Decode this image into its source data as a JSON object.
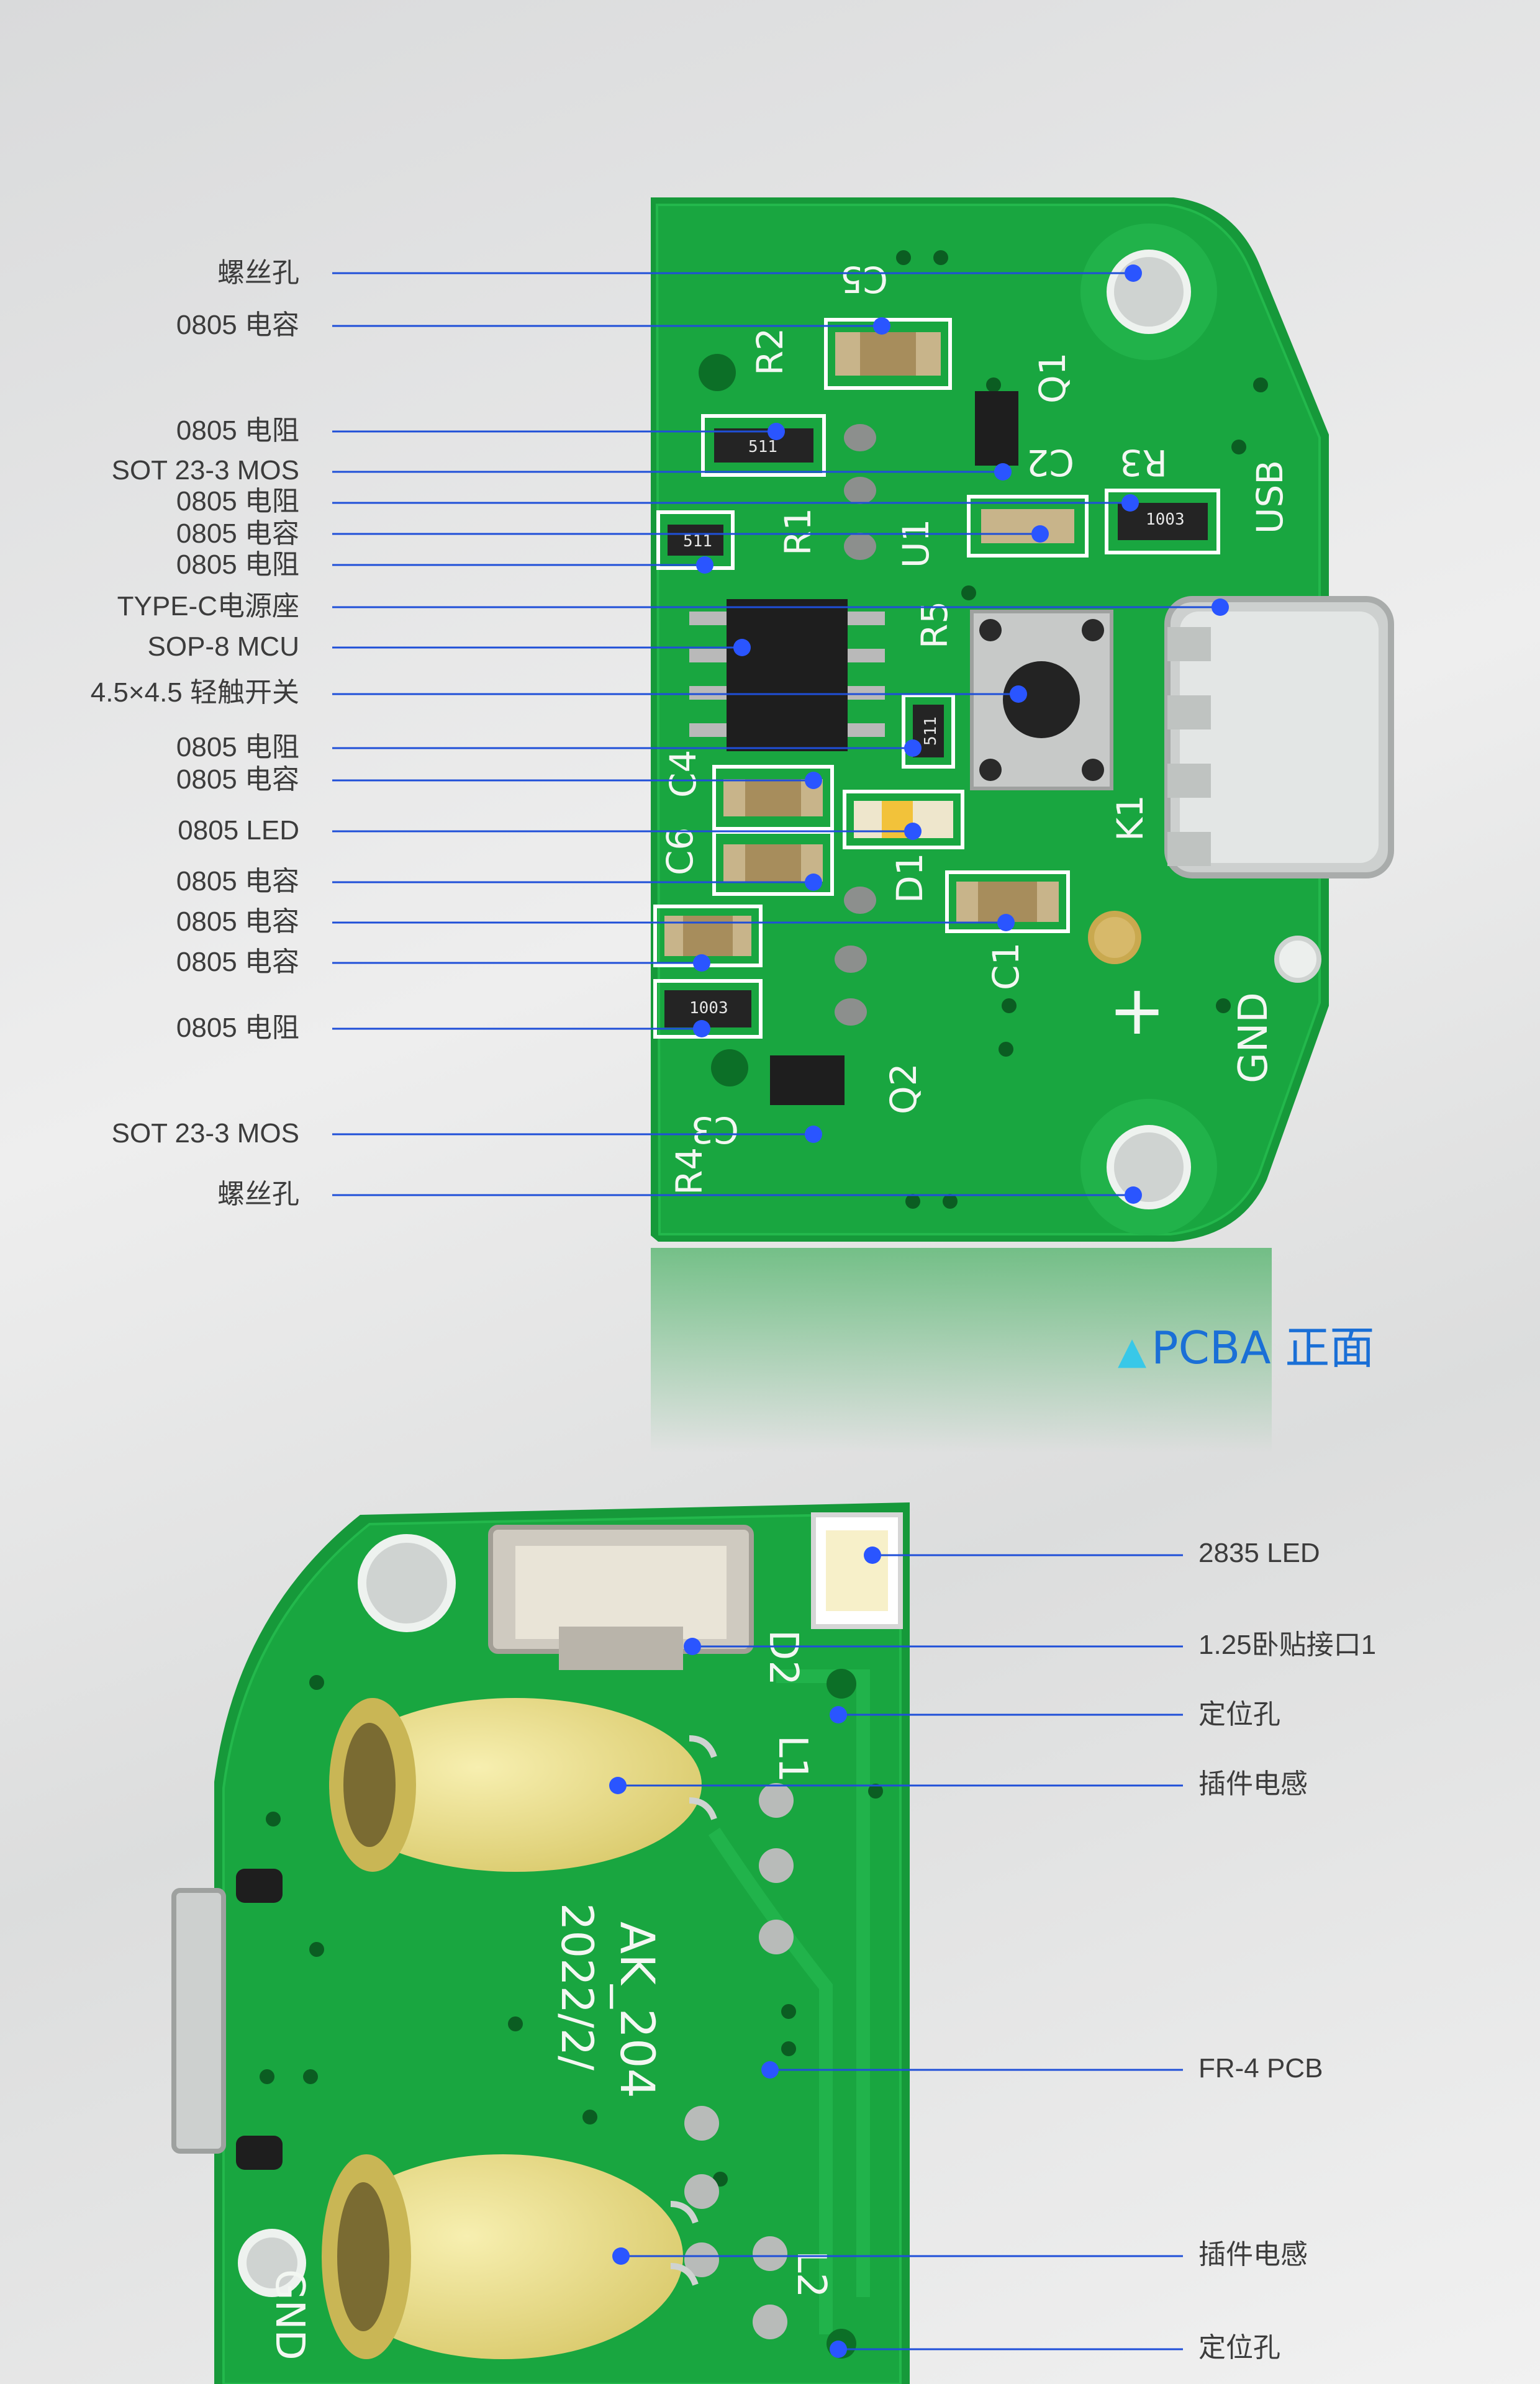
{
  "front_labels": [
    "螺丝孔",
    "0805 电容",
    "0805 电阻",
    "SOT 23-3 MOS",
    "0805 电阻",
    "0805 电容",
    "0805 电阻",
    "TYPE-C电源座",
    "SOP-8 MCU",
    "4.5×4.5 轻触开关",
    "0805 电阻",
    "0805 电容",
    "0805 LED",
    "0805 电容",
    "0805 电容",
    "0805 电容",
    "0805 电阻",
    "SOT 23-3 MOS",
    "螺丝孔"
  ],
  "back_labels": [
    "2835 LED",
    "1.25卧贴接口1",
    "定位孔",
    "插件电感",
    "FR-4 PCB",
    "插件电感",
    "定位孔"
  ],
  "caption": "PCBA 正面",
  "caption_marker": "▲",
  "silkscreen": {
    "c5": "C5",
    "r2": "R2",
    "q1": "Q1",
    "c2": "C2",
    "r3": "R3",
    "usb": "USB",
    "r1": "R1",
    "u1": "U1",
    "r5": "R5",
    "c4": "C4",
    "c6": "C6",
    "d1": "D1",
    "k1": "K1",
    "c1": "C1",
    "gnd": "GND",
    "q2": "Q2",
    "c3": "C3",
    "r4": "R4",
    "plus": "+",
    "r511a": "511",
    "r511b": "511",
    "r511c": "511",
    "r1003a": "1003",
    "r1003b": "1003",
    "back_d2": "D2",
    "back_l1": "L1",
    "back_l2": "L2",
    "back_ak": "AK_204",
    "back_date": "2022/2/",
    "back_gnd": "GND"
  },
  "colors": {
    "pcb_green": "#17a03a",
    "pcb_dark": "#0f8a2e",
    "leader_line": "#1f4fd8",
    "dot": "#2a55ff",
    "caption_blue": "#1a6fd6"
  },
  "icons": [
    "triangle-up-icon"
  ]
}
